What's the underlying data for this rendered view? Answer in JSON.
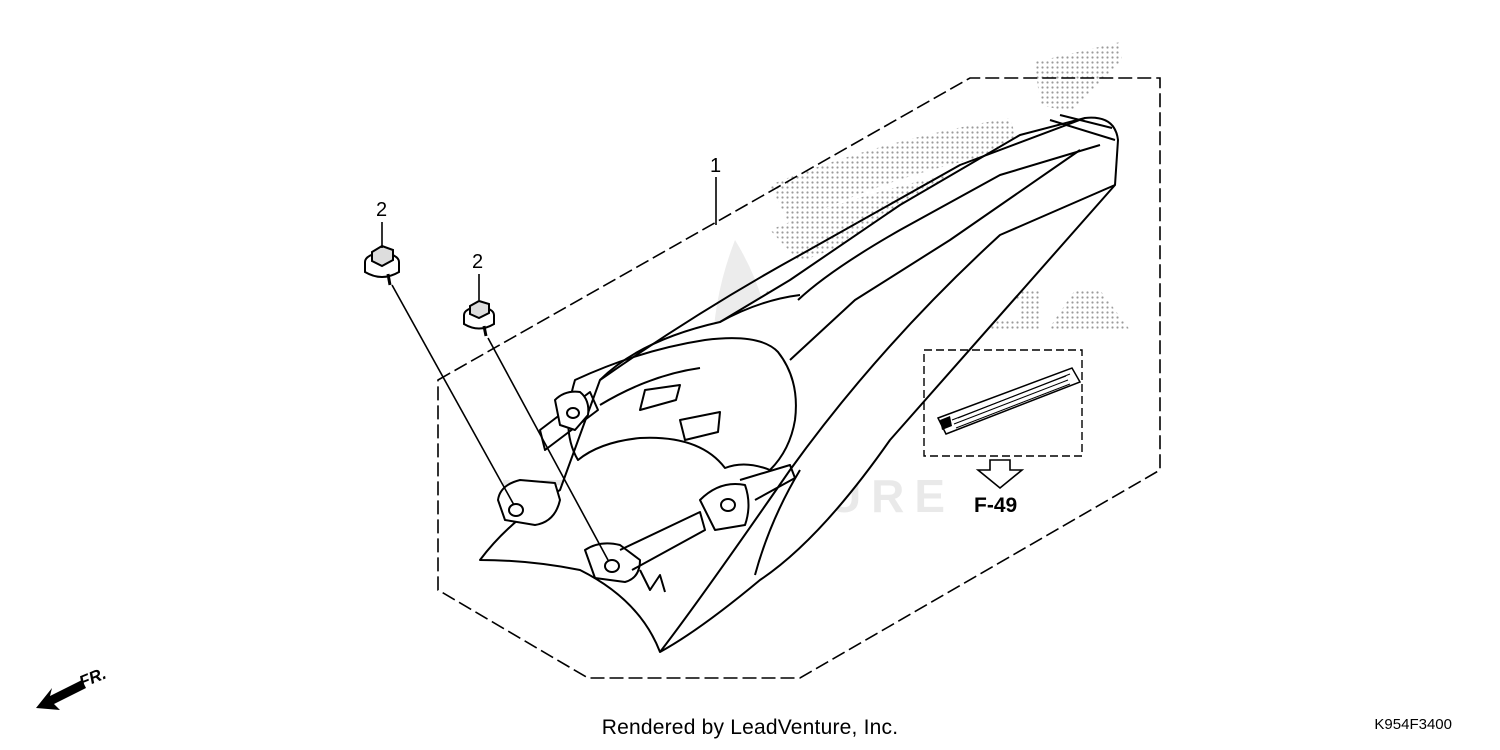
{
  "callouts": {
    "fender": "1",
    "bolt_left": "2",
    "bolt_right": "2"
  },
  "reference": "F-49",
  "direction_label": "FR.",
  "watermark": {
    "brand_logo": "HONDA",
    "text": "LEADVENTURE"
  },
  "credit": "Rendered by LeadVenture, Inc.",
  "diagram_code": "K954F3400",
  "icons": {
    "reference_arrow": "hollow-down-arrow-icon",
    "front_arrow": "front-direction-arrow-icon"
  }
}
